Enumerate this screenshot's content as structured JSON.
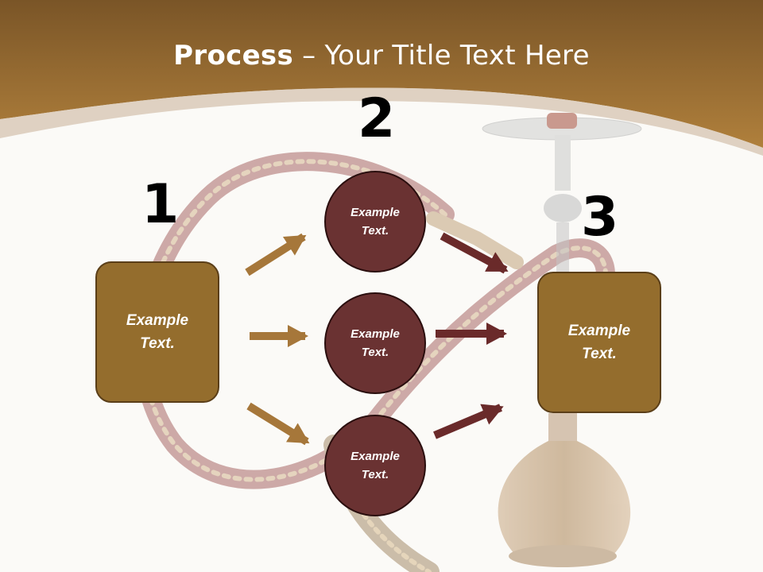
{
  "title": {
    "bold": "Process",
    "rest": " – Your Title Text Here"
  },
  "steps": [
    {
      "number": "1",
      "text": "Example\nText."
    },
    {
      "number": "2",
      "text": "Example\nText."
    },
    {
      "number": "3",
      "text": "Example\nText."
    }
  ],
  "middle": [
    {
      "text": "Example\nText."
    },
    {
      "text": "Example\nText."
    },
    {
      "text": "Example\nText."
    }
  ],
  "colors": {
    "header_top": "#7a5527",
    "header_bottom": "#b0803c",
    "box_fill": "#946d2d",
    "circle_fill": "#6a3232",
    "arrow_gold": "#a6773a",
    "arrow_maroon": "#6a2a2a"
  }
}
